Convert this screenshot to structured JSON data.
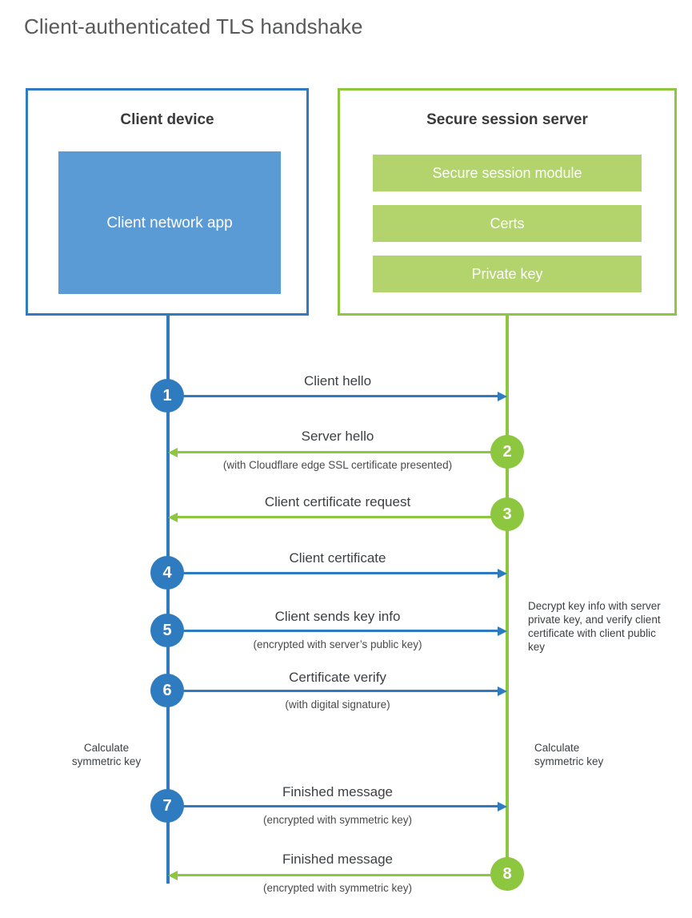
{
  "title": "Client-authenticated TLS handshake",
  "colors": {
    "blue_line": "#2e7cbf",
    "green_line": "#8dc63f",
    "blue_fill": "#5b9bd5",
    "green_fill": "#b3d36d",
    "title_text": "#58595b",
    "body_text": "#3c4043"
  },
  "actors": {
    "client": {
      "title": "Client device",
      "app_label": "Client network app"
    },
    "server": {
      "title": "Secure session server",
      "modules": [
        "Secure session module",
        "Certs",
        "Private key"
      ]
    }
  },
  "messages": [
    {
      "step": "1",
      "direction": "client-to-server",
      "label": "Client hello",
      "sub": ""
    },
    {
      "step": "2",
      "direction": "server-to-client",
      "label": "Server hello",
      "sub": "(with Cloudflare edge SSL certificate presented)"
    },
    {
      "step": "3",
      "direction": "server-to-client",
      "label": "Client certificate request",
      "sub": ""
    },
    {
      "step": "4",
      "direction": "client-to-server",
      "label": "Client certificate",
      "sub": ""
    },
    {
      "step": "5",
      "direction": "client-to-server",
      "label": "Client sends key info",
      "sub": "(encrypted with server’s public key)"
    },
    {
      "step": "6",
      "direction": "client-to-server",
      "label": "Certificate verify",
      "sub": "(with digital signature)"
    },
    {
      "step": "7",
      "direction": "client-to-server",
      "label": "Finished message",
      "sub": "(encrypted with symmetric key)"
    },
    {
      "step": "8",
      "direction": "server-to-client",
      "label": "Finished message",
      "sub": "(encrypted with symmetric key)"
    }
  ],
  "notes": {
    "server_decrypt": "Decrypt key info with server private key, and verify client certificate with client public key",
    "client_calculate": "Calculate symmetric key",
    "server_calculate": "Calculate symmetric key"
  }
}
